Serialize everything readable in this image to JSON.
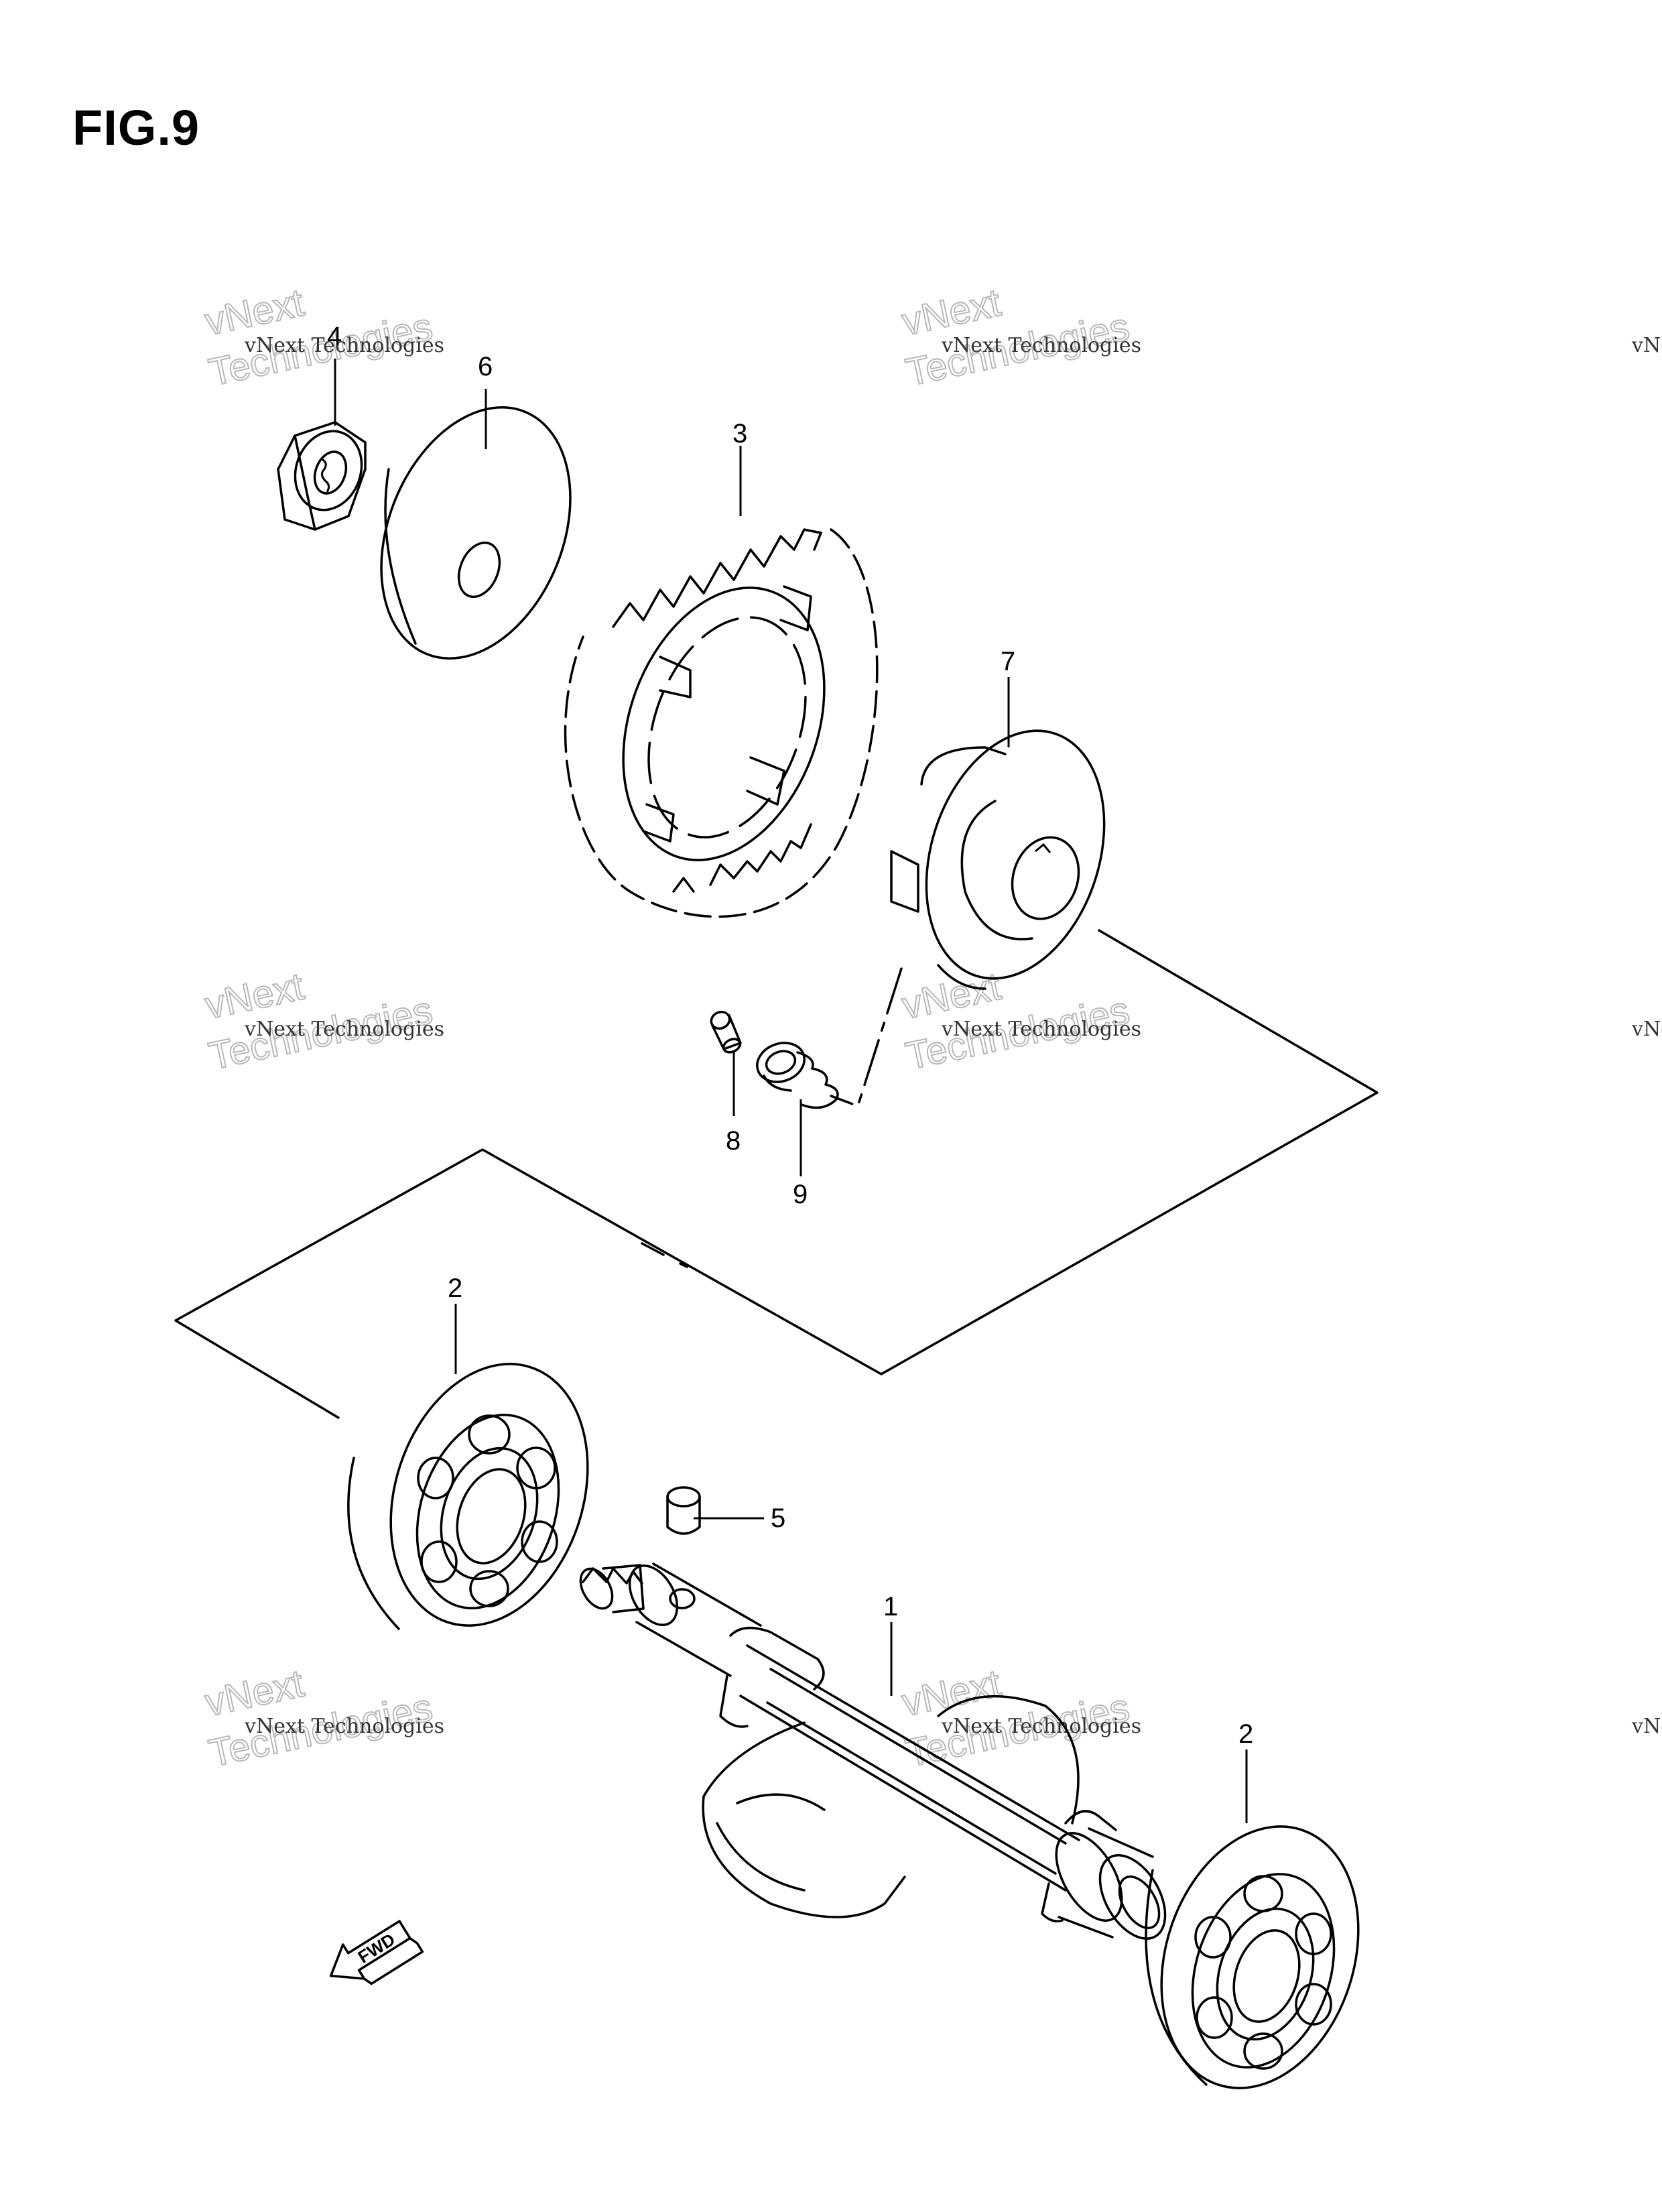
{
  "figure": {
    "title": "FIG.9"
  },
  "callouts": [
    {
      "id": "part-1",
      "label": "1"
    },
    {
      "id": "part-2-left",
      "label": "2"
    },
    {
      "id": "part-2-right",
      "label": "2"
    },
    {
      "id": "part-3",
      "label": "3"
    },
    {
      "id": "part-4",
      "label": "4"
    },
    {
      "id": "part-5",
      "label": "5"
    },
    {
      "id": "part-6",
      "label": "6"
    },
    {
      "id": "part-7",
      "label": "7"
    },
    {
      "id": "part-8",
      "label": "8"
    },
    {
      "id": "part-9",
      "label": "9"
    }
  ],
  "watermark": {
    "line1": "vNext Technologies",
    "line2": "vNext",
    "line3": "Technologies"
  },
  "direction_badge": {
    "label": "FWD",
    "icon": "forward-arrow-icon"
  }
}
